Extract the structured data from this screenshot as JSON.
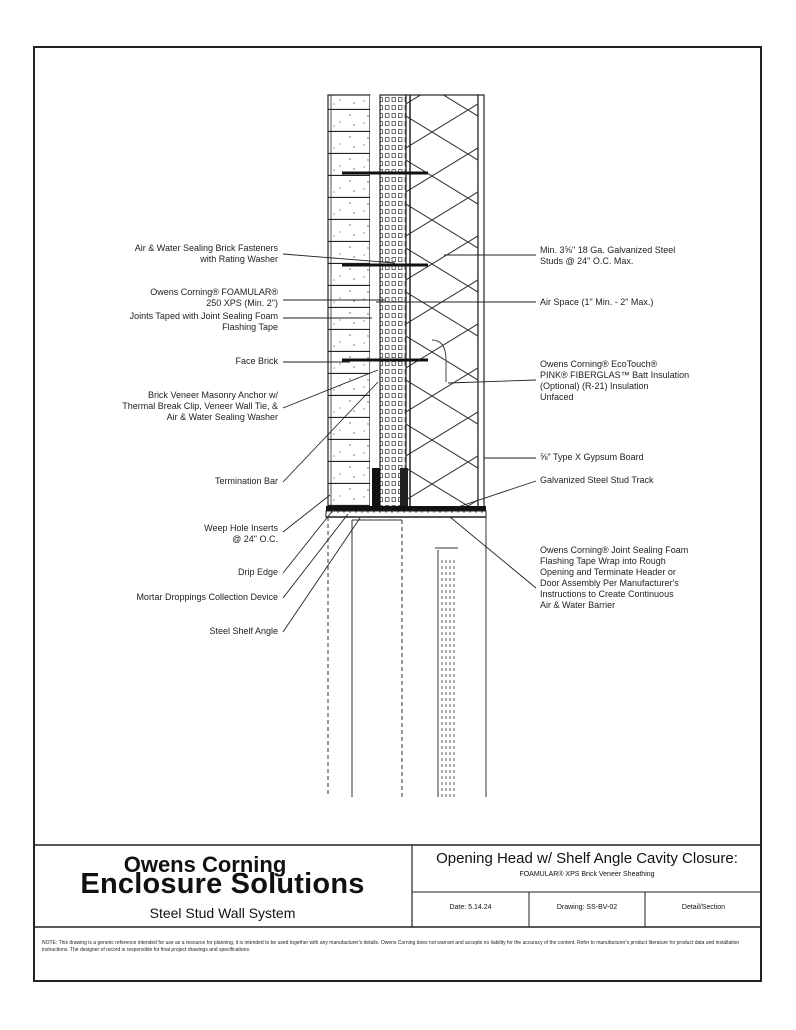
{
  "labels_left": [
    {
      "id": "ties",
      "lines": [
        "Air & Water Sealing Brick Fasteners",
        "with Rating Washer"
      ]
    },
    {
      "id": "foamular",
      "lines": [
        "Owens Corning® FOAMULAR®",
        "250 XPS (Min. 2\")"
      ]
    },
    {
      "id": "joints",
      "lines": [
        "Joints Taped with Joint Sealing Foam",
        "Flashing Tape"
      ]
    },
    {
      "id": "brick",
      "lines": [
        "Face Brick"
      ]
    },
    {
      "id": "anchor",
      "lines": [
        "Brick Veneer Masonry Anchor w/",
        "Thermal Break Clip, Veneer Wall Tie, &",
        "Air & Water Sealing Washer"
      ]
    },
    {
      "id": "termination",
      "lines": [
        "Termination Bar"
      ]
    },
    {
      "id": "weep",
      "lines": [
        "Weep Hole Inserts",
        "@ 24\" O.C."
      ]
    },
    {
      "id": "drip",
      "lines": [
        "Drip Edge"
      ]
    },
    {
      "id": "mortar",
      "lines": [
        "Mortar Droppings Collection Device"
      ]
    },
    {
      "id": "angle",
      "lines": [
        "Steel Shelf Angle"
      ]
    }
  ],
  "labels_right": [
    {
      "id": "studs",
      "lines": [
        "Min. 3⅝\" 18 Ga. Galvanized Steel",
        "Studs @ 24\" O.C. Max."
      ]
    },
    {
      "id": "airspace",
      "lines": [
        "Air Space (1\" Min. - 2\" Max.)"
      ]
    },
    {
      "id": "thermafiber",
      "lines": [
        "Owens Corning® EcoTouch®",
        "PINK® FIBERGLAS™ Batt Insulation",
        "(Optional) (R-21) Insulation",
        "Unfaced"
      ]
    },
    {
      "id": "gypsum",
      "lines": [
        "⅝\" Type X Gypsum Board"
      ]
    },
    {
      "id": "track",
      "lines": [
        "Galvanized Steel Stud Track"
      ]
    },
    {
      "id": "flashing",
      "lines": [
        "Owens Corning® Joint Sealing Foam",
        "Flashing Tape Wrap into Rough",
        "Opening and Terminate Header or",
        "Door Assembly Per Manufacturer's",
        "Instructions to Create Continuous",
        "Air & Water Barrier"
      ]
    }
  ],
  "title_block": {
    "brand_line1": "Owens Corning",
    "brand_line2": "Enclosure Solutions",
    "system": "Steel Stud Wall System",
    "drawing_title": "Opening Head w/ Shelf Angle Cavity Closure:",
    "drawing_subtitle": "FOAMULAR® XPS Brick Veneer Sheathing",
    "date": "Date: 5.14.24",
    "drawing_no": "Drawing: SS-BV-02",
    "status": "Detail/Section"
  },
  "note": "NOTE: This drawing is a generic reference intended for use as a resource for planning, it is intended to be used together with any manufacturer's details. Owens Corning does not warrant and accepts no liability for the accuracy of the content. Refer to manufacturer's product literature for product data and installation instructions. The designer of record is responsible for final project drawings and specifications."
}
